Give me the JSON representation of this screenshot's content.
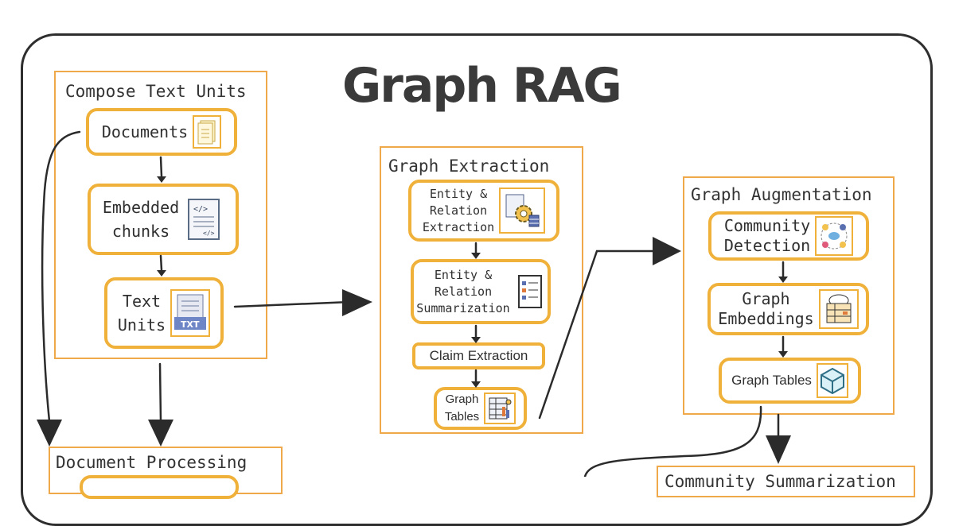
{
  "title": "Graph RAG",
  "groups": {
    "compose": {
      "label": "Compose Text Units"
    },
    "extraction": {
      "label": "Graph Extraction"
    },
    "augmentation": {
      "label": "Graph Augmentation"
    },
    "doc_processing": {
      "label": "Document Processing"
    },
    "community_summarization": {
      "label": "Community Summarization"
    }
  },
  "nodes": {
    "documents": {
      "label": "Documents",
      "icon": "document-icon"
    },
    "embedded_chunks": {
      "label": "Embedded\nchunks",
      "icon": "code-file-icon"
    },
    "text_units": {
      "label": "Text\nUnits",
      "icon": "txt-file-icon"
    },
    "entity_relation_extraction": {
      "label": "Entity &\nRelation\nExtraction",
      "icon": "gear-database-icon"
    },
    "entity_relation_summarization": {
      "label": "Entity &\nRelation\nSummarization",
      "icon": "checklist-icon"
    },
    "claim_extraction": {
      "label": "Claim Extraction"
    },
    "graph_tables_1": {
      "label": "Graph\nTables",
      "icon": "table-chart-icon"
    },
    "community_detection": {
      "label": "Community\nDetection",
      "icon": "community-icon"
    },
    "graph_embeddings": {
      "label": "Graph\nEmbeddings",
      "icon": "cloud-table-icon"
    },
    "graph_tables_2": {
      "label": "Graph Tables",
      "icon": "cube-icon"
    }
  },
  "colors": {
    "node_border": "#f0b13a",
    "group_border": "#f0a94a",
    "stroke": "#2b2b2b"
  }
}
